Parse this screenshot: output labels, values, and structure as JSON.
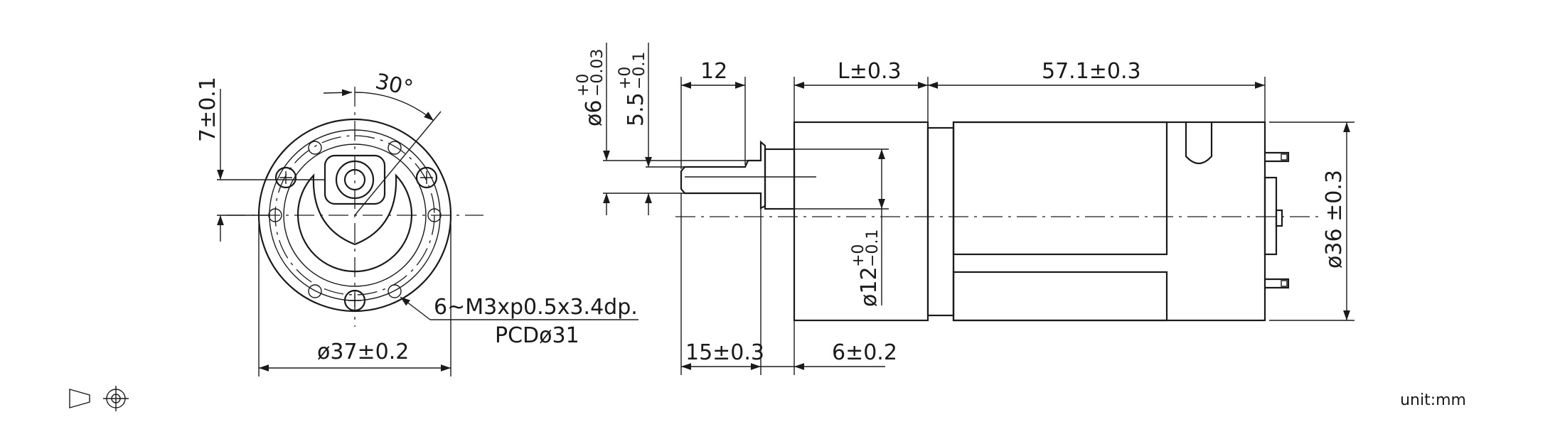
{
  "front_view": {
    "angle_label": "30°",
    "offset_label": "7±0.1",
    "diameter_label": "ø37±0.2",
    "screw_label": "6~M3xp0.5x3.4dp.",
    "pcd_label": "PCDø31"
  },
  "side_view": {
    "shaft_dia_label": "ø6",
    "shaft_dia_tol_upper": "+0",
    "shaft_dia_tol_lower": "−0.03",
    "flat_label": "5.5",
    "flat_tol_upper": "+0",
    "flat_tol_lower": "−0.1",
    "shaft_flat_length_label": "12",
    "gearbox_length_label": "L±0.3",
    "motor_length_label": "57.1±0.3",
    "motor_dia_label": "ø36 ±0.3",
    "pilot_dia_label": "ø12",
    "pilot_tol_upper": "+0",
    "pilot_tol_lower": "−0.1",
    "shaft_length_label": "15±0.3",
    "pilot_length_label": "6±0.2"
  },
  "footer": {
    "unit_label": "unit:mm",
    "projection_symbol": "third-angle-projection-icon"
  }
}
